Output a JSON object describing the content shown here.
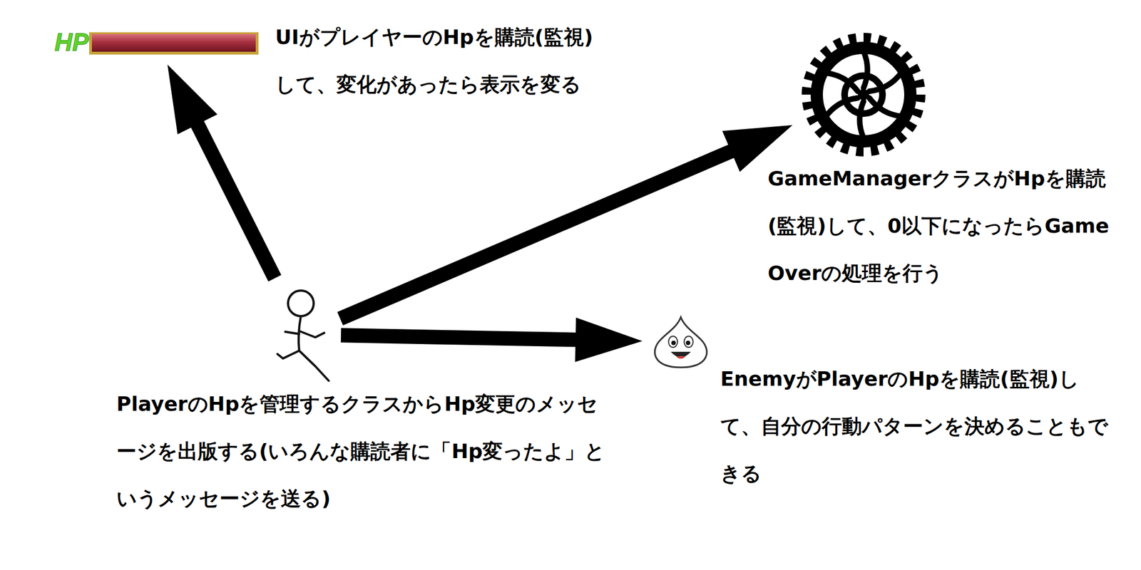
{
  "diagram": {
    "nodes": [
      {
        "text": [
          "HP",
          "UIがプレイヤーのHpを購読(監視)して、変化があったら表示を変る"
        ]
      },
      {
        "text": [
          "GameManagerクラスがHpを購読(監視)して、0以下になったらGameOverの処理を行う"
        ]
      },
      {
        "text": [
          "PlayerのHpを管理するクラスからHp変更のメッセージを出版する(いろんな購読者に「Hp変ったよ」というメッセージを送る)"
        ]
      },
      {
        "text": [
          "EnemyがPlayerのHpを購読(監視)して、自分の行動パターンを決めることもできる"
        ]
      }
    ],
    "edges": [
      {
        "from": 2,
        "to": 0,
        "arrow": "to"
      },
      {
        "from": 2,
        "to": 1,
        "arrow": "to"
      },
      {
        "from": 2,
        "to": 3,
        "arrow": "to"
      }
    ]
  }
}
